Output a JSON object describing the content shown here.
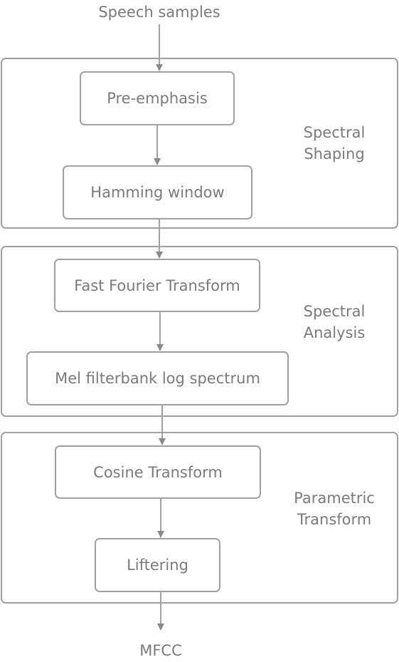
{
  "input": {
    "label": "Speech samples"
  },
  "output": {
    "label": "MFCC"
  },
  "groups": [
    {
      "label_lines": [
        "Spectral",
        "Shaping"
      ],
      "steps": [
        "Pre-emphasis",
        "Hamming window"
      ]
    },
    {
      "label_lines": [
        "Spectral",
        "Analysis"
      ],
      "steps": [
        "Fast Fourier Transform",
        "Mel filterbank log spectrum"
      ]
    },
    {
      "label_lines": [
        "Parametric",
        "Transform"
      ],
      "steps": [
        "Cosine Transform",
        "Liftering"
      ]
    }
  ],
  "colors": {
    "stroke": "#a0a0a0",
    "text": "#7a7a7a",
    "arrow": "#8a8a8a"
  }
}
